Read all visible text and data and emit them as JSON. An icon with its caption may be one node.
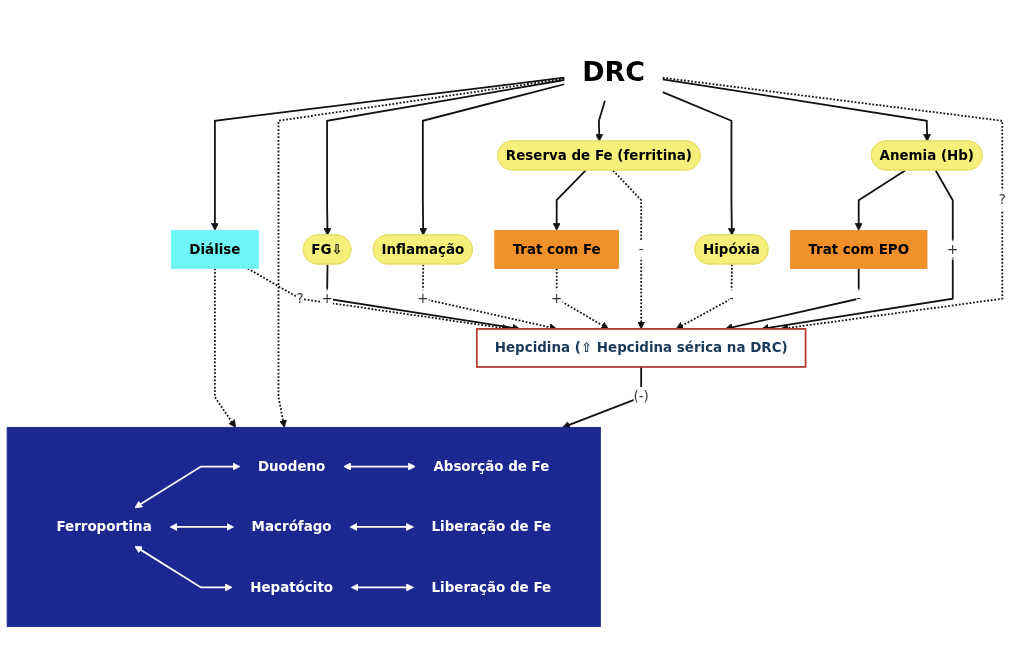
{
  "diagram": {
    "nodes": [
      {
        "text": [
          "DRC"
        ]
      },
      {
        "text": [
          "Diálise"
        ]
      },
      {
        "text": [
          "FG⇩"
        ]
      },
      {
        "text": [
          "Inflamação"
        ]
      },
      {
        "text": [
          "Reserva de Fe (ferritina)"
        ]
      },
      {
        "text": [
          "Hipóxia"
        ]
      },
      {
        "text": [
          "Anemia (Hb)"
        ]
      },
      {
        "text": [
          "Trat com Fe"
        ]
      },
      {
        "text": [
          "Trat com EPO"
        ]
      },
      {
        "text": [
          "Hepcidina (⇧ Hepcidina sérica na DRC)"
        ]
      },
      {
        "text": [],
        "shape": "box"
      },
      {
        "text": [
          "Ferroportina"
        ],
        "in": 10
      },
      {
        "text": [
          "Duodeno"
        ],
        "in": 10
      },
      {
        "text": [
          "Macrófago"
        ],
        "in": 10
      },
      {
        "text": [
          "Hepatócito"
        ],
        "in": 10
      },
      {
        "text": [
          "Absorção de Fe"
        ],
        "in": 10
      },
      {
        "text": [
          "Liberação de Fe"
        ],
        "in": 10
      },
      {
        "text": [
          "Liberação de Fe"
        ],
        "in": 10
      }
    ],
    "edges": [
      {
        "from": 0,
        "to": 1,
        "arrow": "to"
      },
      {
        "from": 0,
        "to": 2,
        "arrow": "to"
      },
      {
        "from": 0,
        "to": 3,
        "arrow": "to"
      },
      {
        "from": 0,
        "to": 4,
        "arrow": "to"
      },
      {
        "from": 0,
        "to": 5,
        "arrow": "to"
      },
      {
        "from": 0,
        "to": 6,
        "arrow": "to"
      },
      {
        "from": 4,
        "to": 7,
        "arrow": "to"
      },
      {
        "from": 6,
        "to": 8,
        "arrow": "to"
      },
      {
        "from": 1,
        "to": 9,
        "arrow": "to",
        "style": "dashed",
        "label": "?"
      },
      {
        "from": 1,
        "to": 10,
        "arrow": "to",
        "style": "dashed"
      },
      {
        "from": 2,
        "to": 9,
        "arrow": "to",
        "label": "+"
      },
      {
        "from": 3,
        "to": 9,
        "arrow": "to",
        "style": "dashed",
        "label": "+"
      },
      {
        "from": 7,
        "to": 9,
        "arrow": "to",
        "style": "dashed",
        "label": "+"
      },
      {
        "from": 4,
        "to": 9,
        "arrow": "to",
        "style": "dashed",
        "label": "-"
      },
      {
        "from": 5,
        "to": 9,
        "arrow": "to",
        "style": "dashed",
        "label": "-"
      },
      {
        "from": 8,
        "to": 9,
        "arrow": "to",
        "label": "-"
      },
      {
        "from": 6,
        "to": 9,
        "arrow": "to",
        "label": "+"
      },
      {
        "from": 0,
        "to": 9,
        "arrow": "to",
        "style": "dashed",
        "label": "?"
      },
      {
        "from": 0,
        "to": 10,
        "arrow": "to",
        "style": "dashed"
      },
      {
        "from": 9,
        "to": 10,
        "arrow": "to",
        "label": "(-)"
      },
      {
        "from": 11,
        "to": 12,
        "arrow": "both",
        "color": "#ffffff"
      },
      {
        "from": 11,
        "to": 13,
        "arrow": "both",
        "color": "#ffffff"
      },
      {
        "from": 11,
        "to": 14,
        "arrow": "both",
        "color": "#ffffff"
      },
      {
        "from": 12,
        "to": 15,
        "arrow": "both",
        "color": "#ffffff"
      },
      {
        "from": 13,
        "to": 16,
        "arrow": "both",
        "color": "#ffffff"
      },
      {
        "from": 14,
        "to": 17,
        "arrow": "both",
        "color": "#ffffff"
      }
    ]
  }
}
